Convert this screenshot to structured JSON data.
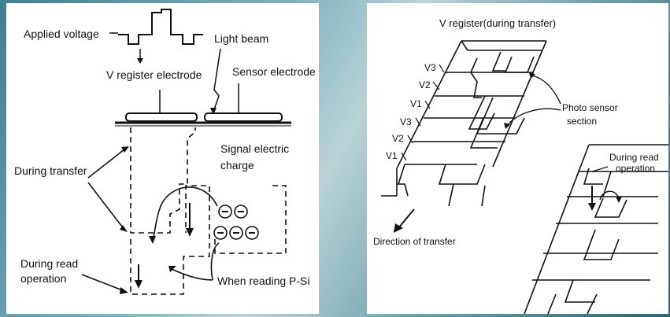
{
  "left": {
    "applied_voltage": "Applied voltage",
    "v_register_electrode": "V register electrode",
    "light_beam": "Light beam",
    "sensor_electrode": "Sensor electrode",
    "signal_charge_1": "Signal electric",
    "signal_charge_2": "charge",
    "during_transfer": "During transfer",
    "during_read_1": "During read",
    "during_read_2": "operation",
    "when_reading": "When reading P-Si",
    "charge_symbol": "⊖"
  },
  "right": {
    "title": "V register(during transfer)",
    "v_labels": [
      "V3",
      "V2",
      "V1",
      "V3",
      "V2",
      "V1"
    ],
    "photo_sensor_1": "Photo sensor",
    "photo_sensor_2": "section",
    "during_read_1": "During read",
    "during_read_2": "operation",
    "direction": "Direction of transfer"
  }
}
